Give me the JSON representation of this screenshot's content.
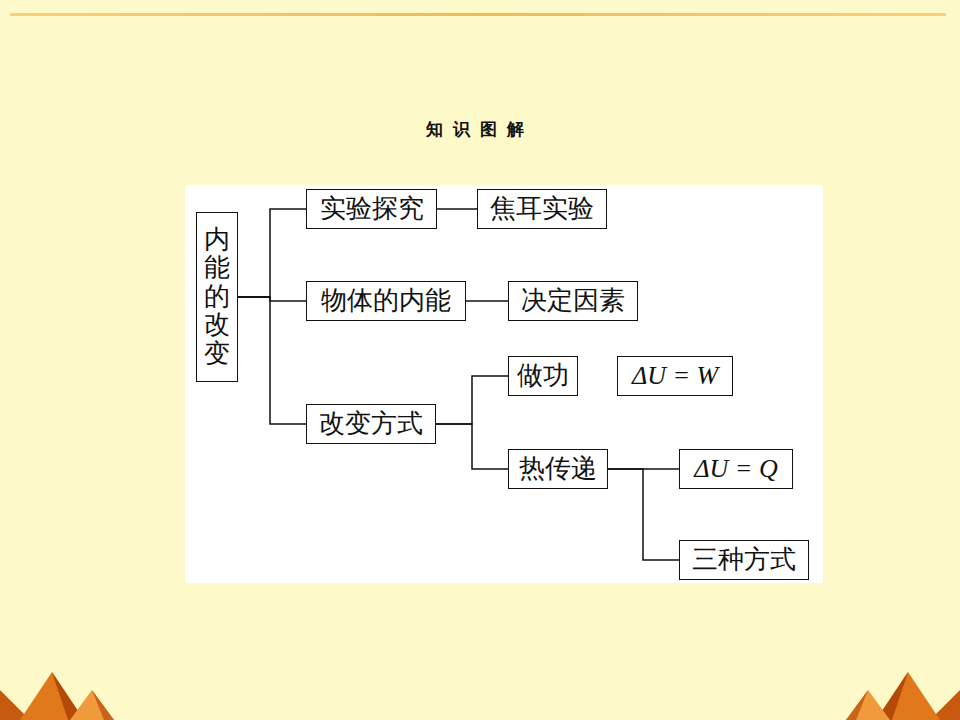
{
  "diagram": {
    "title": "知识图解",
    "nodes": [
      {
        "text": [
          "内能的改变"
        ]
      },
      {
        "text": [
          "实验探究"
        ]
      },
      {
        "text": [
          "焦耳实验"
        ]
      },
      {
        "text": [
          "物体的内能"
        ]
      },
      {
        "text": [
          "决定因素"
        ]
      },
      {
        "text": [
          "改变方式"
        ]
      },
      {
        "text": [
          "做功"
        ]
      },
      {
        "text": [
          "ΔU = W"
        ]
      },
      {
        "text": [
          "热传递"
        ]
      },
      {
        "text": [
          "ΔU = Q"
        ]
      },
      {
        "text": [
          "三种方式"
        ]
      }
    ],
    "edges": [
      {
        "from": 0,
        "to": 1,
        "arrow": "none"
      },
      {
        "from": 0,
        "to": 3,
        "arrow": "none"
      },
      {
        "from": 0,
        "to": 5,
        "arrow": "none"
      },
      {
        "from": 1,
        "to": 2,
        "arrow": "none"
      },
      {
        "from": 3,
        "to": 4,
        "arrow": "none"
      },
      {
        "from": 5,
        "to": 6,
        "arrow": "none"
      },
      {
        "from": 5,
        "to": 8,
        "arrow": "none"
      },
      {
        "from": 8,
        "to": 9,
        "arrow": "none"
      },
      {
        "from": 8,
        "to": 10,
        "arrow": "none"
      }
    ]
  }
}
